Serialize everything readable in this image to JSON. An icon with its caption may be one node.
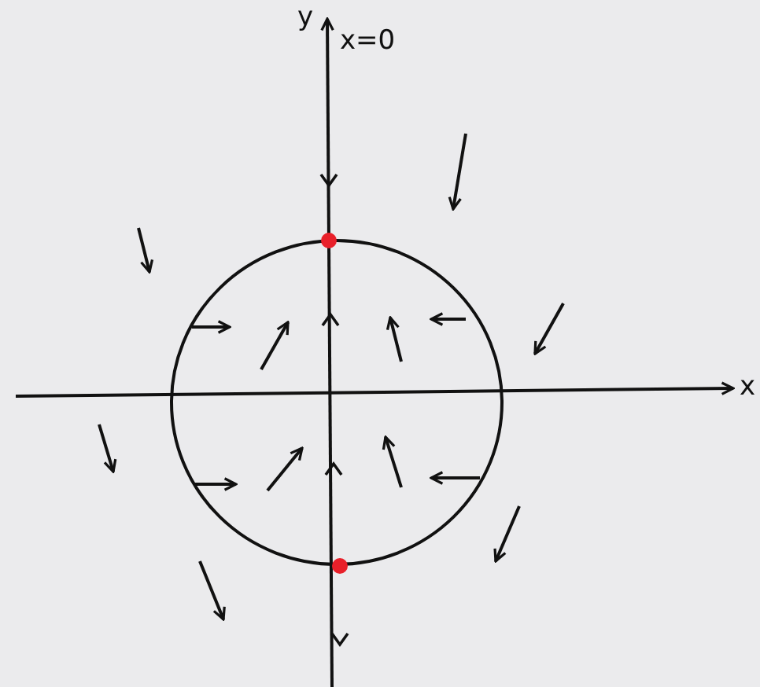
{
  "diagram": {
    "labels": [
      "y",
      "x=0",
      "x"
    ]
  }
}
